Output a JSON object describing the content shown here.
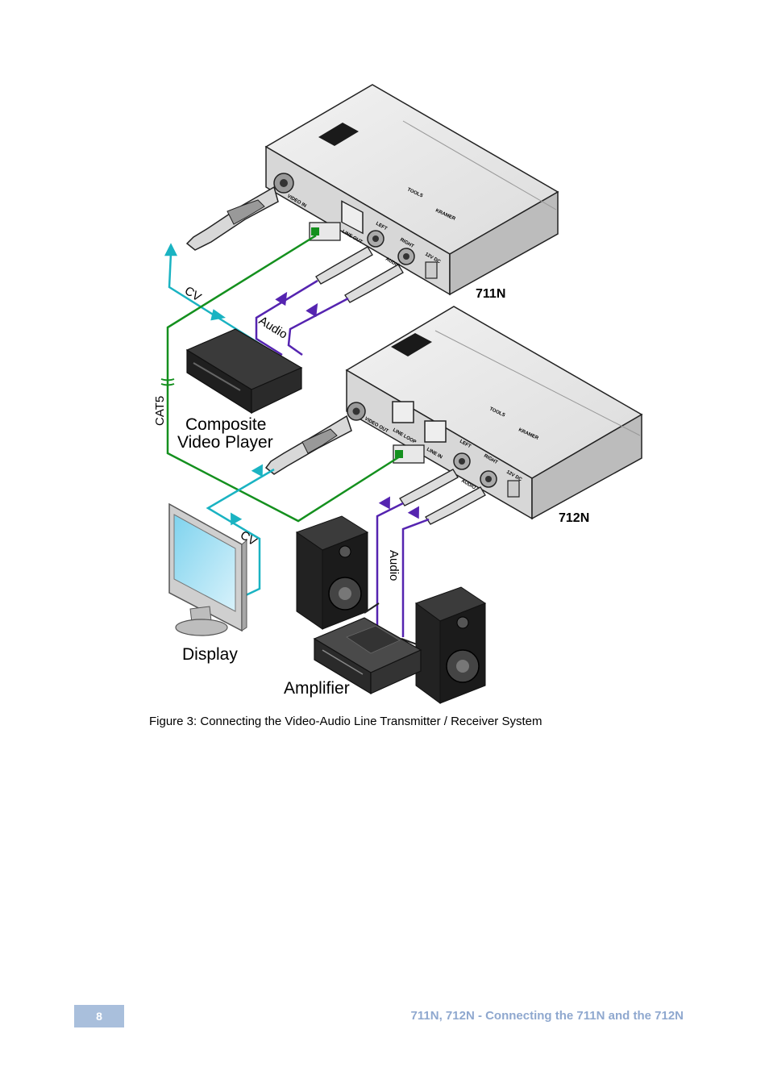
{
  "figure": {
    "device_top": "711N",
    "device_bottom": "712N",
    "brand_mark": "KRAMER",
    "series_mark": "TOOLS",
    "ports_711n": {
      "video": "VIDEO IN",
      "line": "LINE OUT",
      "left": "LEFT",
      "right": "RIGHT",
      "audio": "AUDIO",
      "power": "12V DC"
    },
    "ports_712n": {
      "video": "VIDEO OUT",
      "line_loop": "LINE LOOP",
      "line_in": "LINE IN",
      "left": "LEFT",
      "right": "RIGHT",
      "audio": "AUDIO",
      "power": "12V DC"
    },
    "cable_cv_top": "CV",
    "cable_audio_top": "Audio",
    "cable_cat5": "CAT5",
    "cable_cv_bottom": "CV",
    "cable_audio_bottom": "Audio",
    "source_line1": "Composite",
    "source_line2": "Video Player",
    "display": "Display",
    "amplifier": "Amplifier",
    "colors": {
      "cv": "#1ab3c2",
      "cat5": "#14901e",
      "audio": "#5524b0"
    }
  },
  "caption": "Figure 3: Connecting the Video-Audio Line Transmitter / Receiver System",
  "footer": {
    "page_number": "8",
    "running_title": "711N, 712N - Connecting the 711N and the 712N"
  }
}
